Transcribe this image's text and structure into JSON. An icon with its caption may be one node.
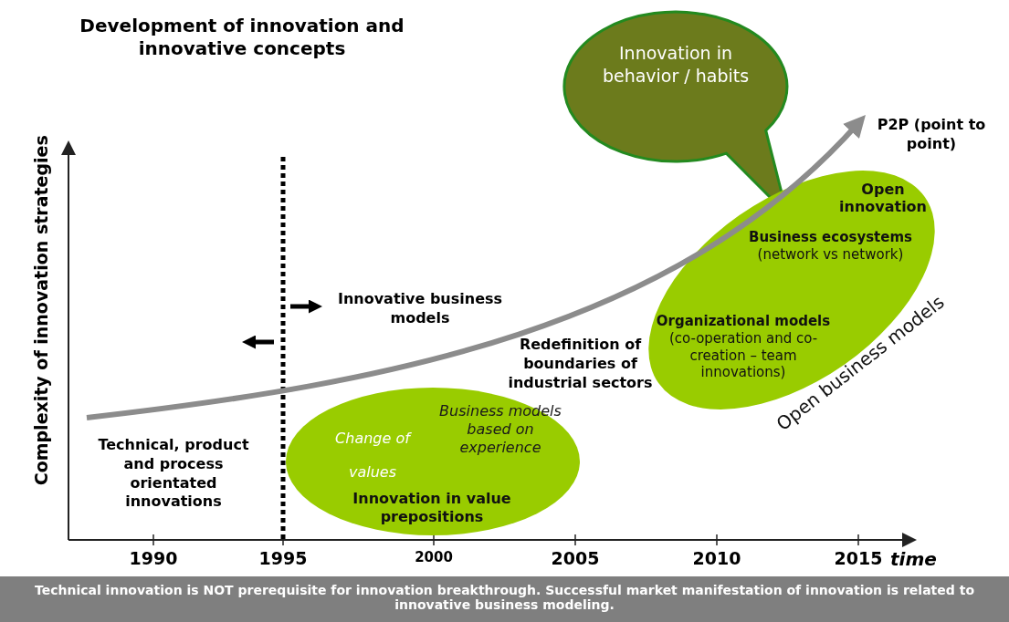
{
  "diagram": {
    "title": "Development of innovation and innovative concepts",
    "nodes": [
      {
        "text": [
          "Innovation in behavior / habits"
        ]
      },
      {
        "text": [
          "Change of values",
          "Business models based on experience",
          "Innovation in value prepositions"
        ]
      },
      {
        "text": [
          "Open innovation",
          "**Business ecosystems** (network vs network)",
          "**Organizational models** (co-operation and co-creation – team innovations)",
          "Open business models"
        ]
      }
    ],
    "labels": [
      "P2P (point to point)",
      "Complexity of innovation strategies",
      "Innovative business models",
      "Redefinition of boundaries of industrial sectors",
      "Technical, product and process orientated innovations",
      "1990",
      "1995",
      "2000",
      "2005",
      "2010",
      "2015",
      "time"
    ],
    "caption": "Technical innovation is NOT prerequisite for innovation breakthrough. Successful market manifestation of innovation is related to innovative business modeling."
  }
}
